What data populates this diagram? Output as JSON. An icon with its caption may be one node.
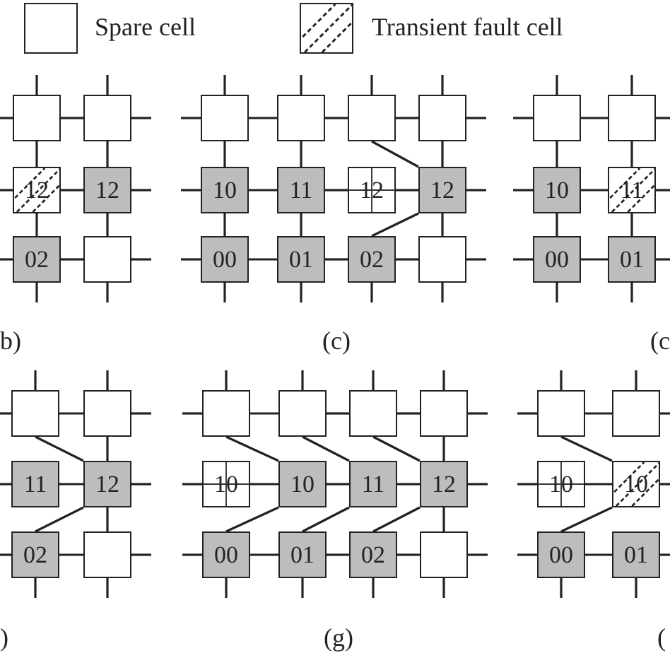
{
  "diagram": {
    "nodes": [
      {
        "text": [],
        "shape": "box"
      },
      {
        "text": [],
        "shape": "box"
      },
      {
        "text": [
          "12"
        ]
      },
      {
        "text": [
          "12"
        ]
      },
      {
        "text": [
          "02"
        ]
      },
      {
        "text": [],
        "shape": "box"
      },
      {
        "text": [],
        "shape": "box"
      },
      {
        "text": [],
        "shape": "box"
      },
      {
        "text": [],
        "shape": "box"
      },
      {
        "text": [],
        "shape": "box"
      },
      {
        "text": [
          "10"
        ]
      },
      {
        "text": [
          "11"
        ]
      },
      {
        "text": [
          "12"
        ]
      },
      {
        "text": [
          "12"
        ]
      },
      {
        "text": [
          "00"
        ]
      },
      {
        "text": [
          "01"
        ]
      },
      {
        "text": [
          "02"
        ]
      },
      {
        "text": [],
        "shape": "box"
      },
      {
        "text": [],
        "shape": "box"
      },
      {
        "text": [],
        "shape": "box"
      },
      {
        "text": [
          "10"
        ]
      },
      {
        "text": [
          "11"
        ]
      },
      {
        "text": [
          "00"
        ]
      },
      {
        "text": [
          "01"
        ]
      },
      {
        "text": [],
        "shape": "box"
      },
      {
        "text": [],
        "shape": "box"
      },
      {
        "text": [
          "11"
        ]
      },
      {
        "text": [
          "12"
        ]
      },
      {
        "text": [
          "02"
        ]
      },
      {
        "text": [],
        "shape": "box"
      },
      {
        "text": [],
        "shape": "box"
      },
      {
        "text": [],
        "shape": "box"
      },
      {
        "text": [],
        "shape": "box"
      },
      {
        "text": [],
        "shape": "box"
      },
      {
        "text": [
          "10"
        ]
      },
      {
        "text": [
          "10"
        ]
      },
      {
        "text": [
          "11"
        ]
      },
      {
        "text": [
          "12"
        ]
      },
      {
        "text": [
          "00"
        ]
      },
      {
        "text": [
          "01"
        ]
      },
      {
        "text": [
          "02"
        ]
      },
      {
        "text": [],
        "shape": "box"
      },
      {
        "text": [],
        "shape": "box"
      },
      {
        "text": [],
        "shape": "box"
      },
      {
        "text": [
          "10"
        ]
      },
      {
        "text": [
          "10"
        ]
      },
      {
        "text": [
          "00"
        ]
      },
      {
        "text": [
          "01"
        ]
      }
    ],
    "edges": [
      {
        "from": 0,
        "to": 1,
        "arrow": "none"
      },
      {
        "from": 2,
        "to": 3,
        "arrow": "none"
      },
      {
        "from": 4,
        "to": 5,
        "arrow": "none"
      },
      {
        "from": 0,
        "to": 2,
        "arrow": "none"
      },
      {
        "from": 2,
        "to": 4,
        "arrow": "none"
      },
      {
        "from": 1,
        "to": 3,
        "arrow": "none"
      },
      {
        "from": 3,
        "to": 5,
        "arrow": "none"
      },
      {
        "from": 6,
        "to": 7,
        "arrow": "none"
      },
      {
        "from": 7,
        "to": 8,
        "arrow": "none"
      },
      {
        "from": 8,
        "to": 9,
        "arrow": "none"
      },
      {
        "from": 10,
        "to": 11,
        "arrow": "none"
      },
      {
        "from": 11,
        "to": 12,
        "arrow": "none"
      },
      {
        "from": 12,
        "to": 13,
        "arrow": "none"
      },
      {
        "from": 14,
        "to": 15,
        "arrow": "none"
      },
      {
        "from": 15,
        "to": 16,
        "arrow": "none"
      },
      {
        "from": 16,
        "to": 17,
        "arrow": "none"
      },
      {
        "from": 6,
        "to": 10,
        "arrow": "none"
      },
      {
        "from": 10,
        "to": 14,
        "arrow": "none"
      },
      {
        "from": 7,
        "to": 11,
        "arrow": "none"
      },
      {
        "from": 11,
        "to": 15,
        "arrow": "none"
      },
      {
        "from": 9,
        "to": 13,
        "arrow": "none"
      },
      {
        "from": 13,
        "to": 17,
        "arrow": "none"
      },
      {
        "from": 8,
        "to": 13,
        "arrow": "none"
      },
      {
        "from": 16,
        "to": 13,
        "arrow": "none"
      },
      {
        "from": 18,
        "to": 19,
        "arrow": "none"
      },
      {
        "from": 20,
        "to": 21,
        "arrow": "none"
      },
      {
        "from": 22,
        "to": 23,
        "arrow": "none"
      },
      {
        "from": 18,
        "to": 20,
        "arrow": "none"
      },
      {
        "from": 20,
        "to": 22,
        "arrow": "none"
      },
      {
        "from": 19,
        "to": 21,
        "arrow": "none"
      },
      {
        "from": 21,
        "to": 23,
        "arrow": "none"
      },
      {
        "from": 24,
        "to": 25,
        "arrow": "none"
      },
      {
        "from": 26,
        "to": 27,
        "arrow": "none"
      },
      {
        "from": 28,
        "to": 29,
        "arrow": "none"
      },
      {
        "from": 25,
        "to": 27,
        "arrow": "none"
      },
      {
        "from": 27,
        "to": 29,
        "arrow": "none"
      },
      {
        "from": 24,
        "to": 27,
        "arrow": "none"
      },
      {
        "from": 28,
        "to": 27,
        "arrow": "none"
      },
      {
        "from": 30,
        "to": 31,
        "arrow": "none"
      },
      {
        "from": 31,
        "to": 32,
        "arrow": "none"
      },
      {
        "from": 32,
        "to": 33,
        "arrow": "none"
      },
      {
        "from": 34,
        "to": 35,
        "arrow": "none"
      },
      {
        "from": 35,
        "to": 36,
        "arrow": "none"
      },
      {
        "from": 36,
        "to": 37,
        "arrow": "none"
      },
      {
        "from": 38,
        "to": 39,
        "arrow": "none"
      },
      {
        "from": 39,
        "to": 40,
        "arrow": "none"
      },
      {
        "from": 40,
        "to": 41,
        "arrow": "none"
      },
      {
        "from": 33,
        "to": 37,
        "arrow": "none"
      },
      {
        "from": 37,
        "to": 41,
        "arrow": "none"
      },
      {
        "from": 30,
        "to": 35,
        "arrow": "none"
      },
      {
        "from": 31,
        "to": 36,
        "arrow": "none"
      },
      {
        "from": 32,
        "to": 37,
        "arrow": "none"
      },
      {
        "from": 38,
        "to": 35,
        "arrow": "none"
      },
      {
        "from": 39,
        "to": 36,
        "arrow": "none"
      },
      {
        "from": 40,
        "to": 37,
        "arrow": "none"
      },
      {
        "from": 42,
        "to": 43,
        "arrow": "none"
      },
      {
        "from": 44,
        "to": 45,
        "arrow": "none"
      },
      {
        "from": 46,
        "to": 47,
        "arrow": "none"
      },
      {
        "from": 42,
        "to": 45,
        "arrow": "none"
      },
      {
        "from": 46,
        "to": 45,
        "arrow": "none"
      }
    ],
    "labels": [
      "b)",
      "(c)",
      "(c",
      ")",
      "(g)",
      "("
    ],
    "legend": [
      {
        "text": "Spare cell"
      },
      {
        "text": "Transient fault cell"
      }
    ]
  }
}
